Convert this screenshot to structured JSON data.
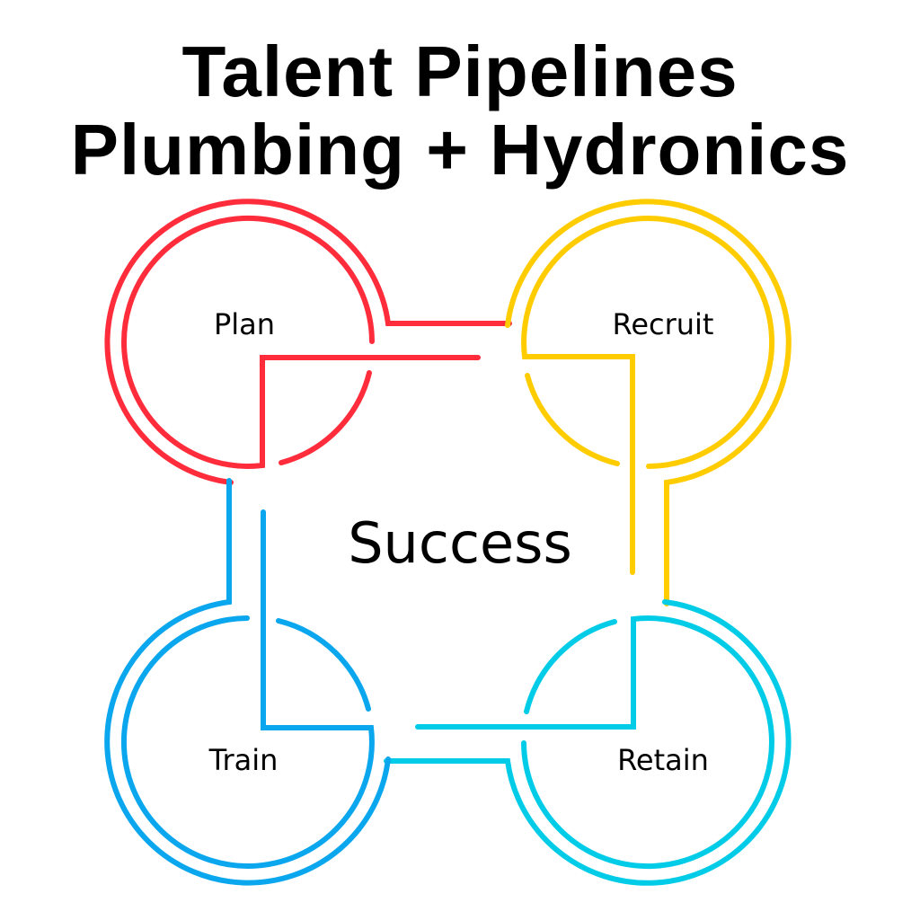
{
  "title": {
    "line1": "Talent Pipelines",
    "line2": "Plumbing + Hydronics"
  },
  "diagram": {
    "center_label": "Success",
    "stages": [
      {
        "label": "Plan",
        "color": "#FF2D3B"
      },
      {
        "label": "Recruit",
        "color": "#FFCC00"
      },
      {
        "label": "Retain",
        "color": "#00CCE8"
      },
      {
        "label": "Train",
        "color": "#0AA6EE"
      }
    ]
  }
}
